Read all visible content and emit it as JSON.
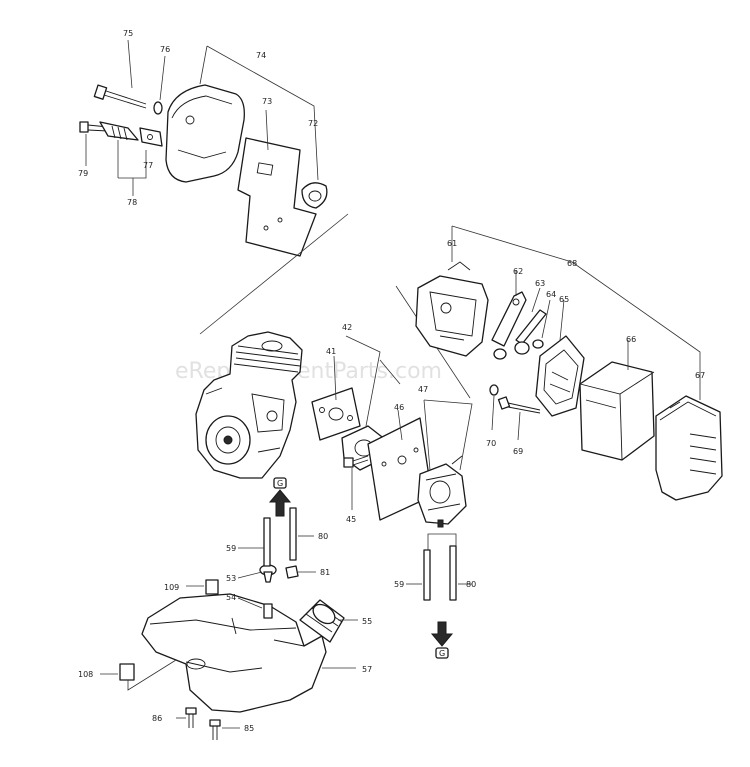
{
  "watermark": "eReplacementParts.com",
  "colors": {
    "line": "#1a1a1a",
    "label": "#222222",
    "watermark": "#c9c9c9"
  },
  "labels": {
    "l41": "41",
    "l42": "42",
    "l45": "45",
    "l46": "46",
    "l47": "47",
    "l53": "53",
    "l54": "54",
    "l55": "55",
    "l57": "57",
    "l59a": "59",
    "l59b": "59",
    "l61": "61",
    "l62": "62",
    "l63": "63",
    "l64": "64",
    "l65": "65",
    "l66": "66",
    "l67": "67",
    "l68": "68",
    "l69": "69",
    "l70": "70",
    "l72": "72",
    "l73": "73",
    "l74": "74",
    "l75": "75",
    "l76": "76",
    "l77": "77",
    "l78": "78",
    "l79": "79",
    "l80a": "80",
    "l80b": "80",
    "l81": "81",
    "l85": "85",
    "l86": "86",
    "l108": "108",
    "l109": "109"
  },
  "markers": {
    "upper": "G",
    "lower": "G"
  }
}
